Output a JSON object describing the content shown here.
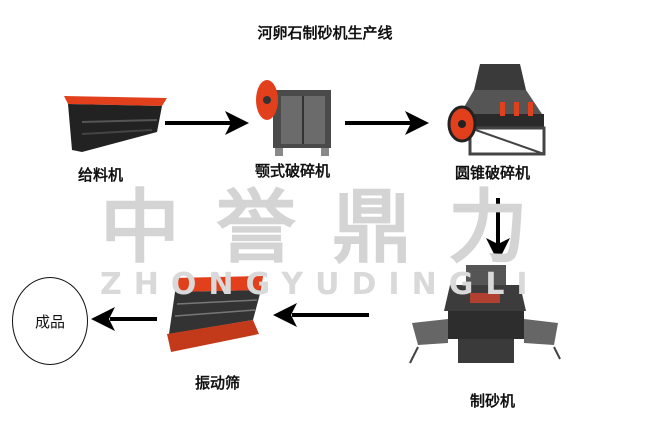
{
  "title": "河卵石制砂机生产线",
  "watermark": {
    "brand_cn": "中誉鼎力",
    "brand_en": "ZHONGYUDINGLI"
  },
  "machines": [
    {
      "label": "给料机",
      "icon": "vibrating-feeder-icon"
    },
    {
      "label": "颚式破碎机",
      "icon": "jaw-crusher-icon"
    },
    {
      "label": "圆锥破碎机",
      "icon": "cone-crusher-icon"
    },
    {
      "label": "制砂机",
      "icon": "sand-making-machine-icon"
    },
    {
      "label": "振动筛",
      "icon": "vibrating-screen-icon"
    }
  ],
  "product": {
    "label": "成品"
  },
  "colors": {
    "machine_red": "#e2401c",
    "machine_dark": "#2a2a2a",
    "arrow": "#000000",
    "watermark": "#d4d4d4"
  }
}
